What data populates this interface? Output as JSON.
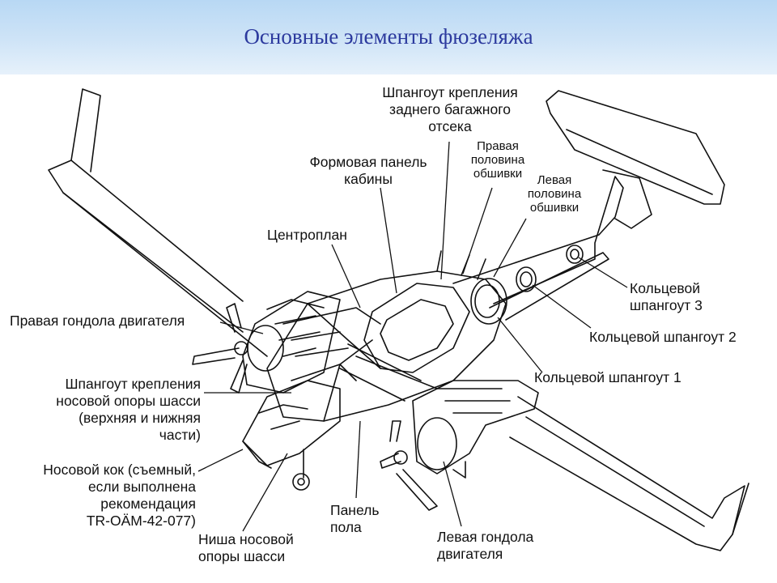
{
  "title": "Основные элементы фюзеляжа",
  "labels": {
    "frame_rear_baggage": "Шпангоут крепления\nзаднего багажного\nотсека",
    "formed_cabin_panel": "Формовая панель\nкабины",
    "right_skin_half": "Правая\nполовина\nобшивки",
    "left_skin_half": "Левая\nполовина\nобшивки",
    "center_section": "Центроплан",
    "right_engine_nacelle": "Правая гондола двигателя",
    "ring_frame_3": "Кольцевой\nшпангоут 3",
    "ring_frame_2": "Кольцевой шпангоут 2",
    "ring_frame_1": "Кольцевой шпангоут 1",
    "nose_gear_frame": "Шпангоут крепления\nносовой опоры шасси\n(верхняя и нижняя\nчасти)",
    "nose_cone": "Носовой кок (съемный,\nесли выполнена\nрекомендация\nTR-OÄM-42-077)",
    "nose_gear_bay": "Ниша носовой\nопоры шасси",
    "floor_panel": "Панель\nпола",
    "left_engine_nacelle": "Левая гондола\nдвигателя"
  }
}
